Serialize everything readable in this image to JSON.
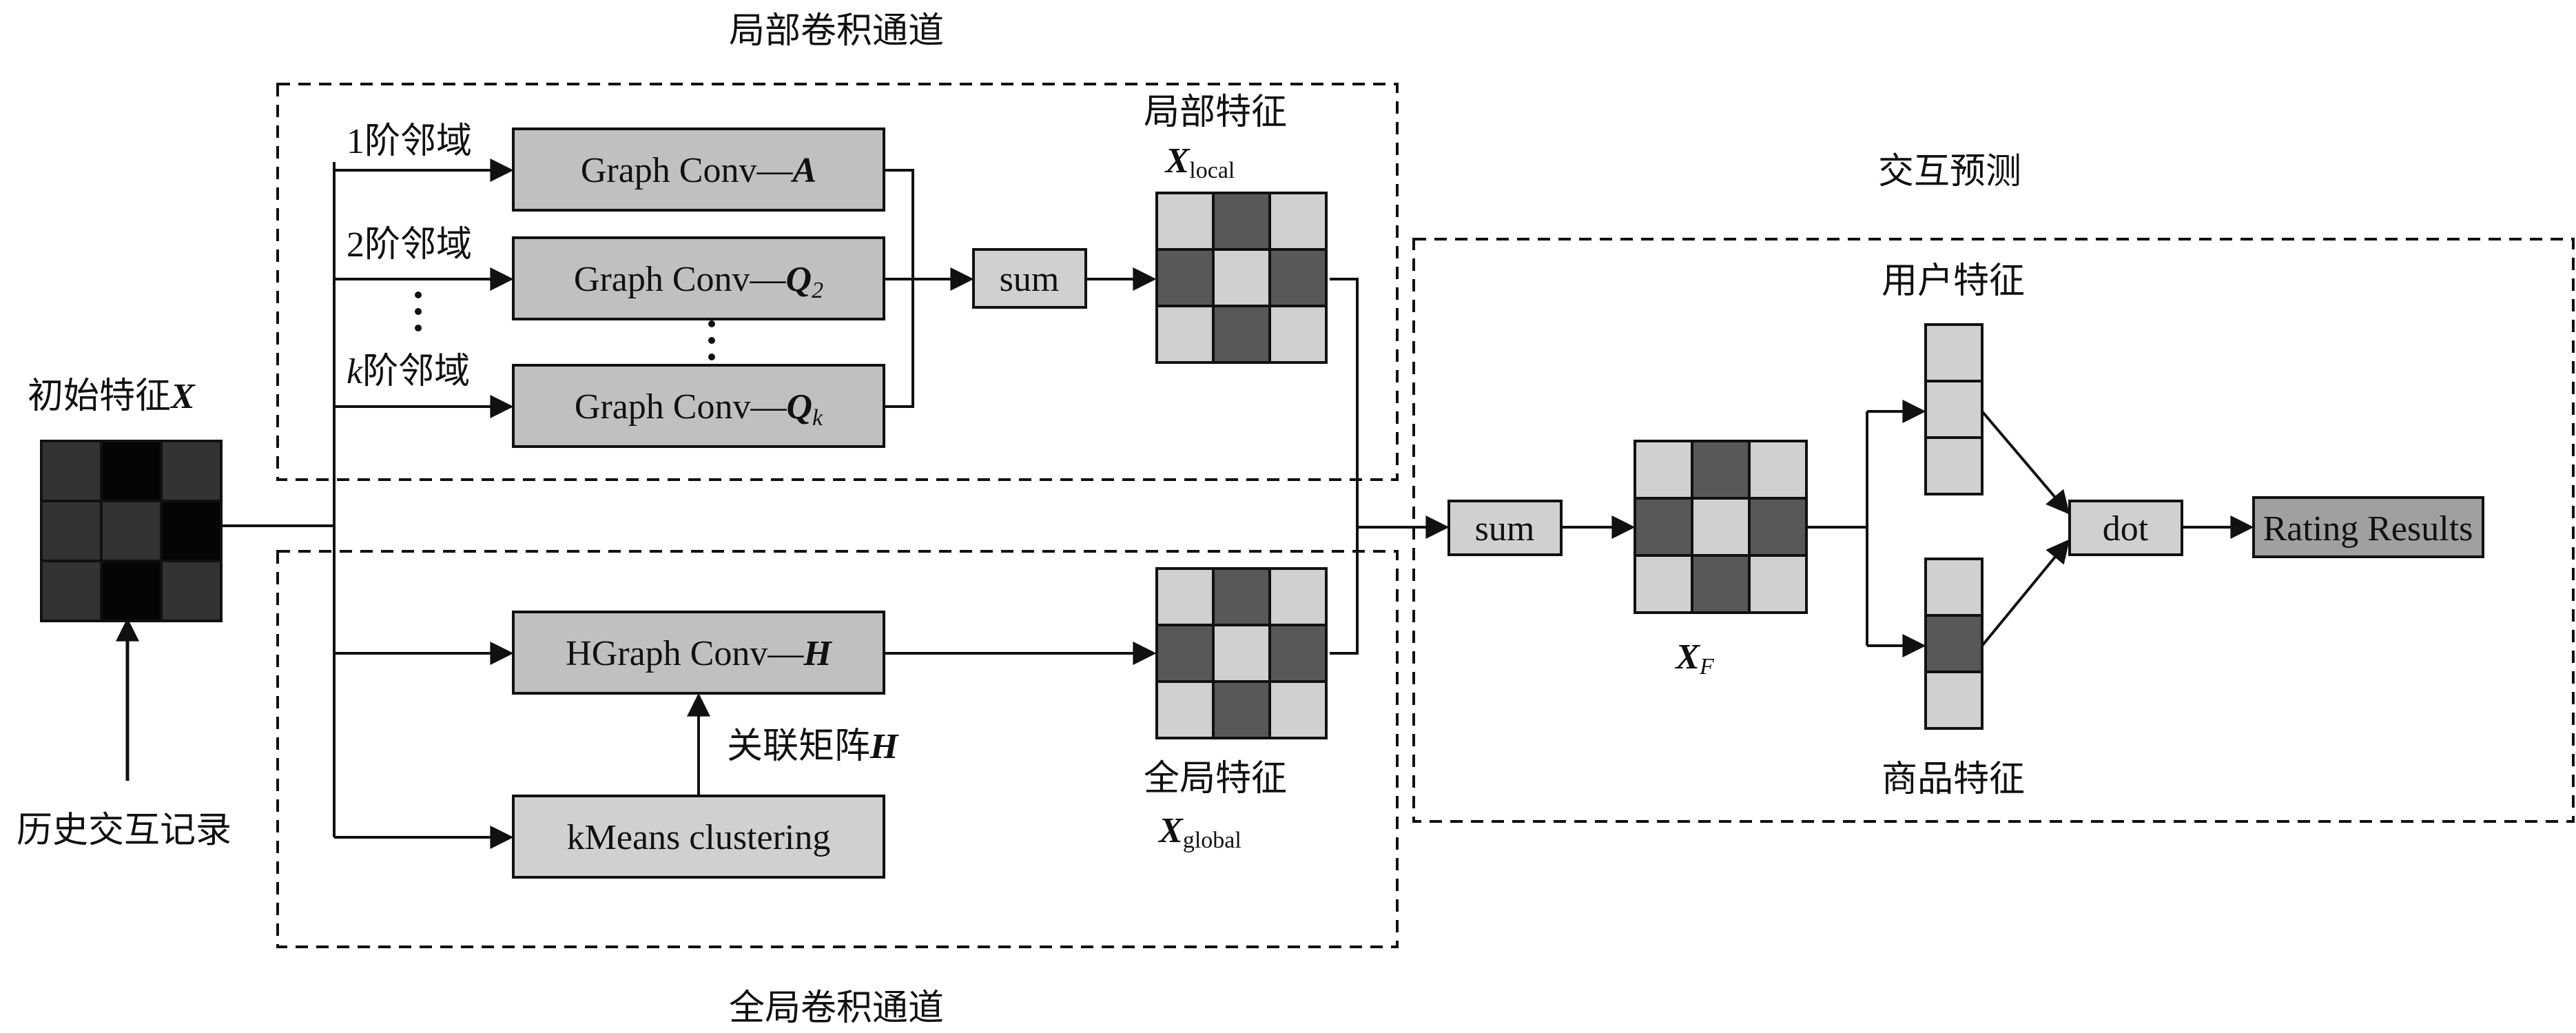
{
  "colors": {
    "dark_cell": "#585858",
    "light_cell": "#d0d0d0",
    "box_fill": "#c0c0c0",
    "input_dark": "#333333",
    "input_black": "#050505",
    "line": "#111111"
  },
  "titles": {
    "local_channel": "局部卷积通道",
    "global_channel": "全局卷积通道",
    "interaction": "交互预测"
  },
  "input": {
    "label_main": "初始特征",
    "label_symbol": "X",
    "history": "历史交互记录"
  },
  "local": {
    "neigh1": "1阶邻域",
    "neigh2": "2阶邻域",
    "neighk_symbol": "k",
    "neighk_text": "阶邻域",
    "conv_prefix": "Graph Conv—",
    "conv1_symbol": "A",
    "conv2_symbol": "Q",
    "conv2_sub": "2",
    "conv3_symbol": "Q",
    "conv3_sub": "k",
    "sum": "sum",
    "feature_label": "局部特征",
    "feature_symbol": "X",
    "feature_sub": "local"
  },
  "global": {
    "hconv_prefix": "HGraph Conv—",
    "hconv_symbol": "H",
    "assoc_text": "关联矩阵",
    "assoc_symbol": "H",
    "kmeans": "kMeans clustering",
    "feature_label": "全局特征",
    "feature_symbol": "X",
    "feature_sub": "global"
  },
  "prediction": {
    "sum": "sum",
    "fused_symbol": "X",
    "fused_sub": "F",
    "user_label": "用户特征",
    "item_label": "商品特征",
    "dot": "dot",
    "result": "Rating Results"
  }
}
